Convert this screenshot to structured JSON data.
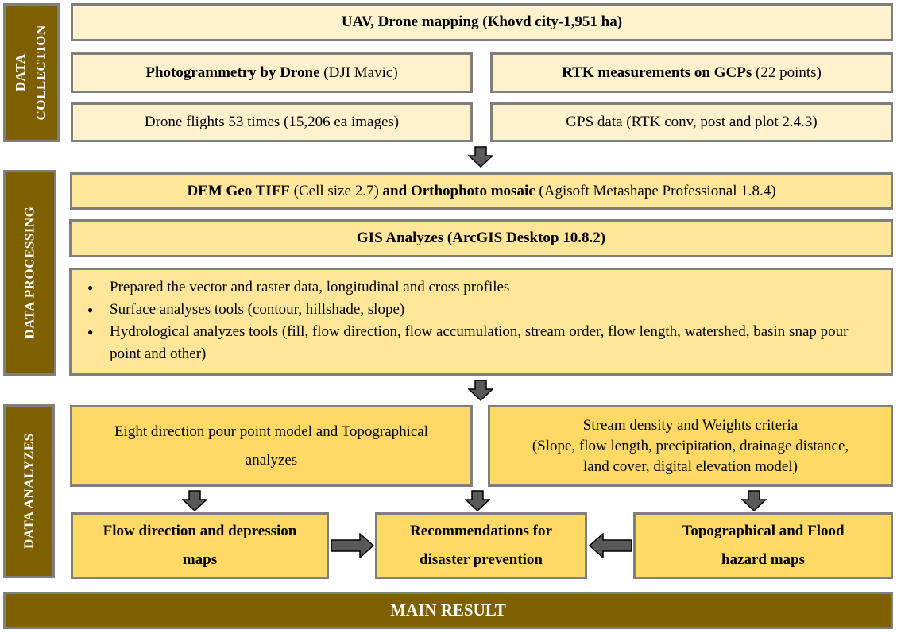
{
  "sections": {
    "collection": {
      "line1": "DATA",
      "line2": "COLLECTION"
    },
    "processing": {
      "label": "DATA PROCESSING"
    },
    "analyzes": {
      "label": "DATA ANALYZES"
    }
  },
  "collection": {
    "header": "UAV, Drone mapping (Khovd city-1,951 ha)",
    "photogrammetry": {
      "bold": "Photogrammetry by Drone",
      "normal": " (DJI Mavic)"
    },
    "rtk": {
      "bold": "RTK measurements on GCPs",
      "normal": " (22 points)"
    },
    "flights": "Drone flights 53 times (15,206 ea images)",
    "gps": "GPS data (RTK conv, post and plot 2.4.3)"
  },
  "processing": {
    "dem": {
      "bold1": "DEM Geo TIFF",
      "normal1": " (Cell size 2.7) ",
      "bold2": "and Orthophoto mosaic",
      "normal2": " (Agisoft Metashape Professional 1.8.4)"
    },
    "gis": "GIS Analyzes (ArcGIS Desktop 10.8.2)",
    "bullets": [
      "Prepared the vector and raster data, longitudinal and cross profiles",
      "Surface analyses tools (contour, hillshade, slope)",
      "Hydrological analyzes tools (fill, flow direction, flow accumulation, stream order, flow length, watershed, basin snap pour point and other)"
    ]
  },
  "analyzes": {
    "eight_direction": "Eight direction pour point model and Topographical analyzes",
    "stream_density": {
      "line1": "Stream density and Weights criteria",
      "line2": "(Slope, flow length, precipitation, drainage distance,",
      "line3": "land cover, digital elevation model)"
    },
    "flow_maps": "Flow direction and depression maps",
    "recommendations": "Recommendations for disaster prevention",
    "topo_maps": "Topographical and Flood hazard maps"
  },
  "main_result": "MAIN RESULT",
  "colors": {
    "section_fill": "#7f6000",
    "border": "#7f7f7f",
    "light_fill": "#fff2cc",
    "mid_fill": "#ffe699",
    "gold_fill": "#ffd966",
    "arrow_fill": "#595959"
  }
}
